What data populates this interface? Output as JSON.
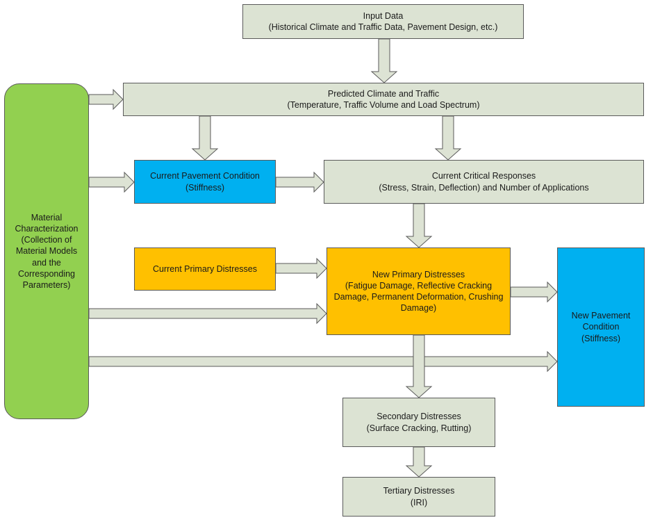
{
  "colors": {
    "grey_fill": "#dce3d3",
    "blue_fill": "#00b0f0",
    "orange_fill": "#ffc000",
    "green_fill": "#92d050",
    "arrow_fill": "#dde3d4",
    "outline": "#5a5a5a"
  },
  "nodes": {
    "input_data": {
      "title": "Input Data",
      "detail": "(Historical Climate and Traffic Data, Pavement Design, etc.)"
    },
    "predicted_climate": {
      "title": "Predicted Climate and Traffic",
      "detail": "(Temperature, Traffic Volume and Load Spectrum)"
    },
    "material": {
      "line1": "Material",
      "line2": "Characterization",
      "line3": "(Collection of",
      "line4": "Material Models",
      "line5": "and the",
      "line6": "Corresponding",
      "line7": "Parameters)"
    },
    "current_pavement": {
      "title": "Current Pavement Condition",
      "detail": "(Stiffness)"
    },
    "current_responses": {
      "title": "Current Critical Responses",
      "detail": "(Stress, Strain, Deflection) and Number of Applications"
    },
    "current_primary": {
      "title": "Current Primary Distresses"
    },
    "new_primary": {
      "line1": "New Primary Distresses",
      "line2": "(Fatigue Damage, Reflective Cracking",
      "line3": "Damage, Permanent Deformation, Crushing",
      "line4": "Damage)"
    },
    "new_pavement": {
      "line1": "New Pavement",
      "line2": "Condition",
      "line3": "(Stiffness)"
    },
    "secondary": {
      "title": "Secondary Distresses",
      "detail": "(Surface Cracking, Rutting)"
    },
    "tertiary": {
      "title": "Tertiary Distresses",
      "detail": "(IRI)"
    }
  },
  "edges": [
    {
      "from": "input_data",
      "to": "predicted_climate"
    },
    {
      "from": "material",
      "to": "predicted_climate"
    },
    {
      "from": "predicted_climate",
      "to": "current_pavement"
    },
    {
      "from": "predicted_climate",
      "to": "current_responses"
    },
    {
      "from": "material",
      "to": "current_pavement"
    },
    {
      "from": "current_pavement",
      "to": "current_responses"
    },
    {
      "from": "current_responses",
      "to": "new_primary"
    },
    {
      "from": "current_primary",
      "to": "new_primary"
    },
    {
      "from": "material",
      "to": "new_primary"
    },
    {
      "from": "new_primary",
      "to": "new_pavement"
    },
    {
      "from": "material",
      "to": "new_pavement"
    },
    {
      "from": "new_primary",
      "to": "secondary"
    },
    {
      "from": "secondary",
      "to": "tertiary"
    }
  ]
}
